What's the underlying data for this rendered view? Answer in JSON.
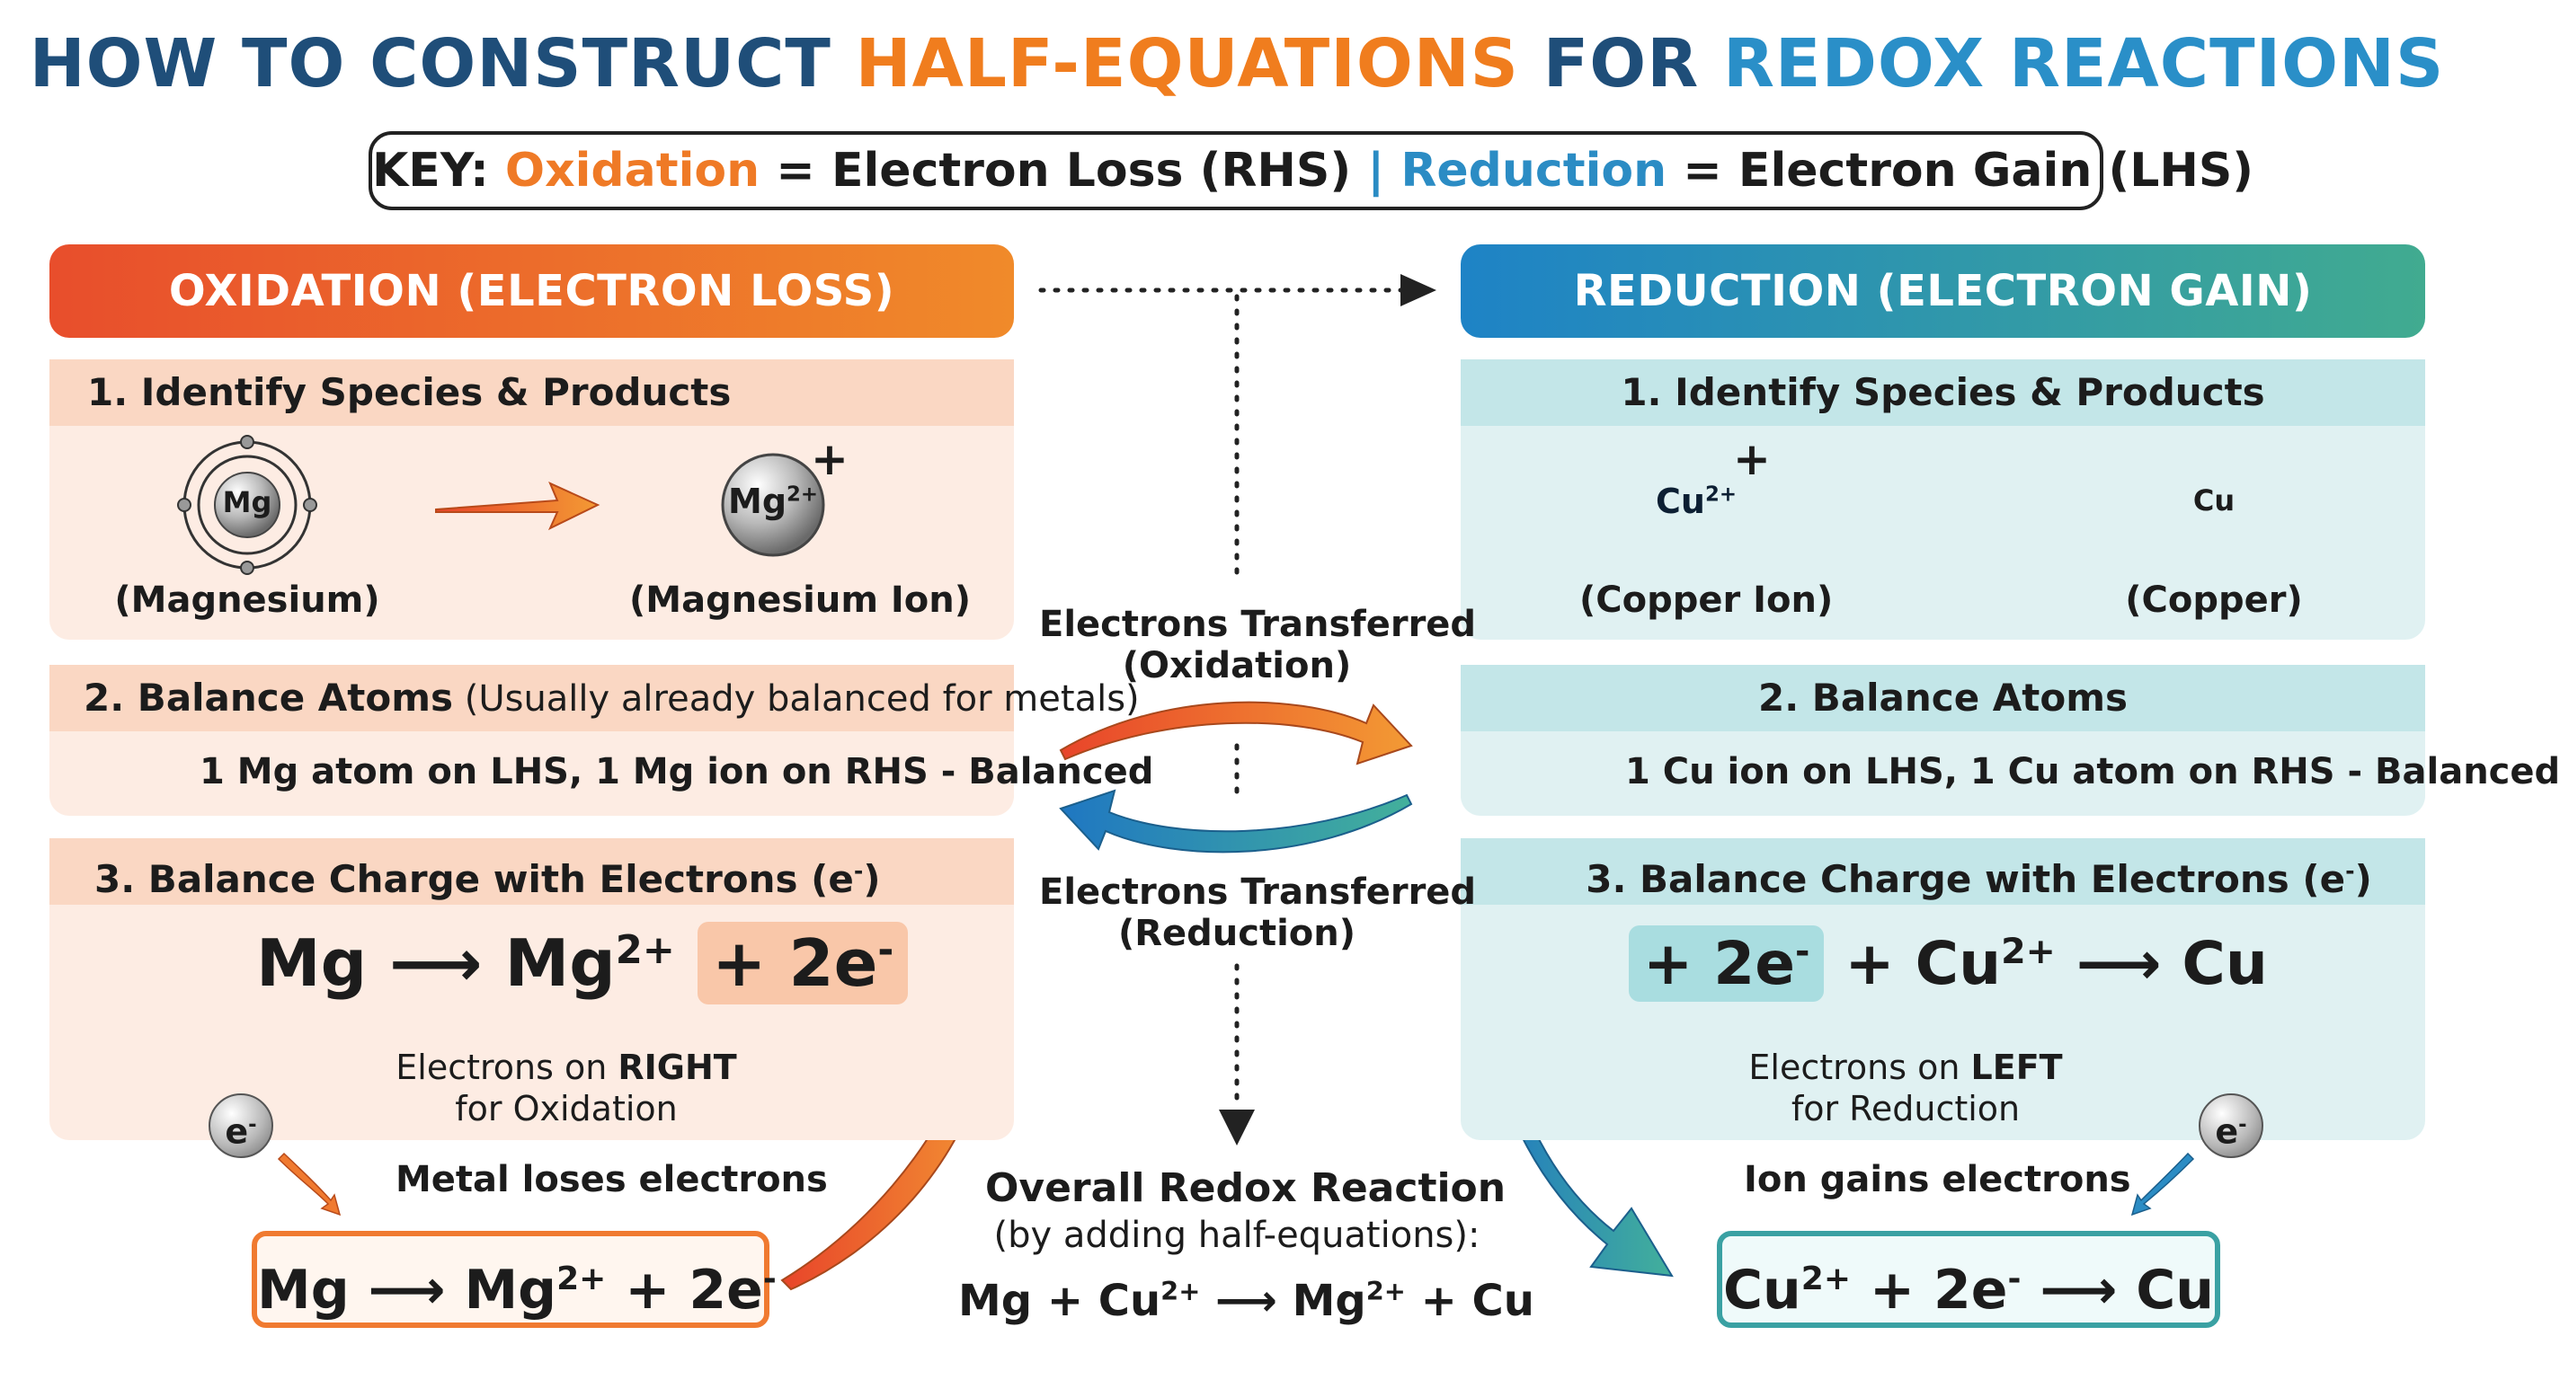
{
  "title": {
    "part1": "HOW TO CONSTRUCT ",
    "part2": "HALF-EQUATIONS",
    "part3": " FOR ",
    "part4": "REDOX REACTIONS"
  },
  "key": {
    "label": "KEY: ",
    "oxidation_word": "Oxidation",
    "oxidation_rest": " = Electron Loss (RHS)  ",
    "separator": "|",
    "reduction_word": "  Reduction",
    "reduction_rest": " = Electron Gain (LHS)"
  },
  "oxidation": {
    "header": "OXIDATION (ELECTRON LOSS)",
    "step1": {
      "title": "1. Identify Species & Products",
      "atom_symbol": "Mg",
      "atom_caption": "(Magnesium)",
      "ion_symbol": "Mg",
      "ion_charge": "2+",
      "ion_plus": "+",
      "ion_caption": "(Magnesium Ion)"
    },
    "step2": {
      "title_bold": "2. Balance Atoms",
      "title_light": " (Usually already balanced for metals)",
      "line": "1 Mg atom on LHS, 1 Mg ion on RHS - Balanced"
    },
    "step3": {
      "title": "3. Balance Charge with Electrons (e",
      "title_sup": "-",
      "title_end": ")",
      "eq_left": "Mg",
      "eq_arrow": "⟶",
      "eq_right": "Mg",
      "eq_right_sup": "2+",
      "eq_electrons": "+ 2e",
      "eq_electrons_sup": "-",
      "note_pre": "Electrons on ",
      "note_bold": "RIGHT",
      "note_line2": "for Oxidation",
      "electron": "e",
      "electron_sup": "-"
    },
    "caption": "Metal loses electrons",
    "summary": {
      "left": "Mg",
      "arrow": "⟶",
      "mid": "Mg",
      "mid_sup": "2+",
      "right": " + 2e",
      "right_sup": "-"
    }
  },
  "reduction": {
    "header": "REDUCTION (ELECTRON GAIN)",
    "step1": {
      "title": "1. Identify Species & Products",
      "ion_symbol": "Cu",
      "ion_charge": "2+",
      "ion_plus": "+",
      "ion_caption": "(Copper Ion)",
      "atom_symbol": "Cu",
      "atom_caption": "(Copper)"
    },
    "step2": {
      "title": "2. Balance Atoms",
      "line": "1 Cu ion on LHS, 1 Cu atom on RHS - Balanced"
    },
    "step3": {
      "title": "3. Balance Charge with Electrons (e",
      "title_sup": "-",
      "title_end": ")",
      "eq_electrons": "+ 2e",
      "eq_electrons_sup": "-",
      "eq_left": " + Cu",
      "eq_left_sup": "2+",
      "eq_arrow": "⟶",
      "eq_right": "Cu",
      "note_pre": "Electrons on ",
      "note_bold": "LEFT",
      "note_line2": "for Reduction",
      "electron": "e",
      "electron_sup": "-"
    },
    "caption": "Ion gains electrons",
    "summary": {
      "left": "Cu",
      "left_sup": "2+",
      "mid": " + 2e",
      "mid_sup": "-",
      "arrow": " ⟶ ",
      "right": "Cu"
    }
  },
  "center": {
    "transfer_ox_line1": "Electrons Transferred",
    "transfer_ox_line2": "(Oxidation)",
    "transfer_red_line1": "Electrons Transferred",
    "transfer_red_line2": "(Reduction)",
    "overall_title": "Overall Redox Reaction",
    "overall_sub": "(by adding half-equations):",
    "overall_a": "Mg + Cu",
    "overall_a_sup": "2+",
    "overall_arrow": " ⟶ ",
    "overall_b": "Mg",
    "overall_b_sup": "2+",
    "overall_c": " + Cu"
  },
  "colors": {
    "oxidation_accent": "#f07a30",
    "reduction_accent": "#2b8cc4",
    "title_dark": "#1f4e79"
  }
}
